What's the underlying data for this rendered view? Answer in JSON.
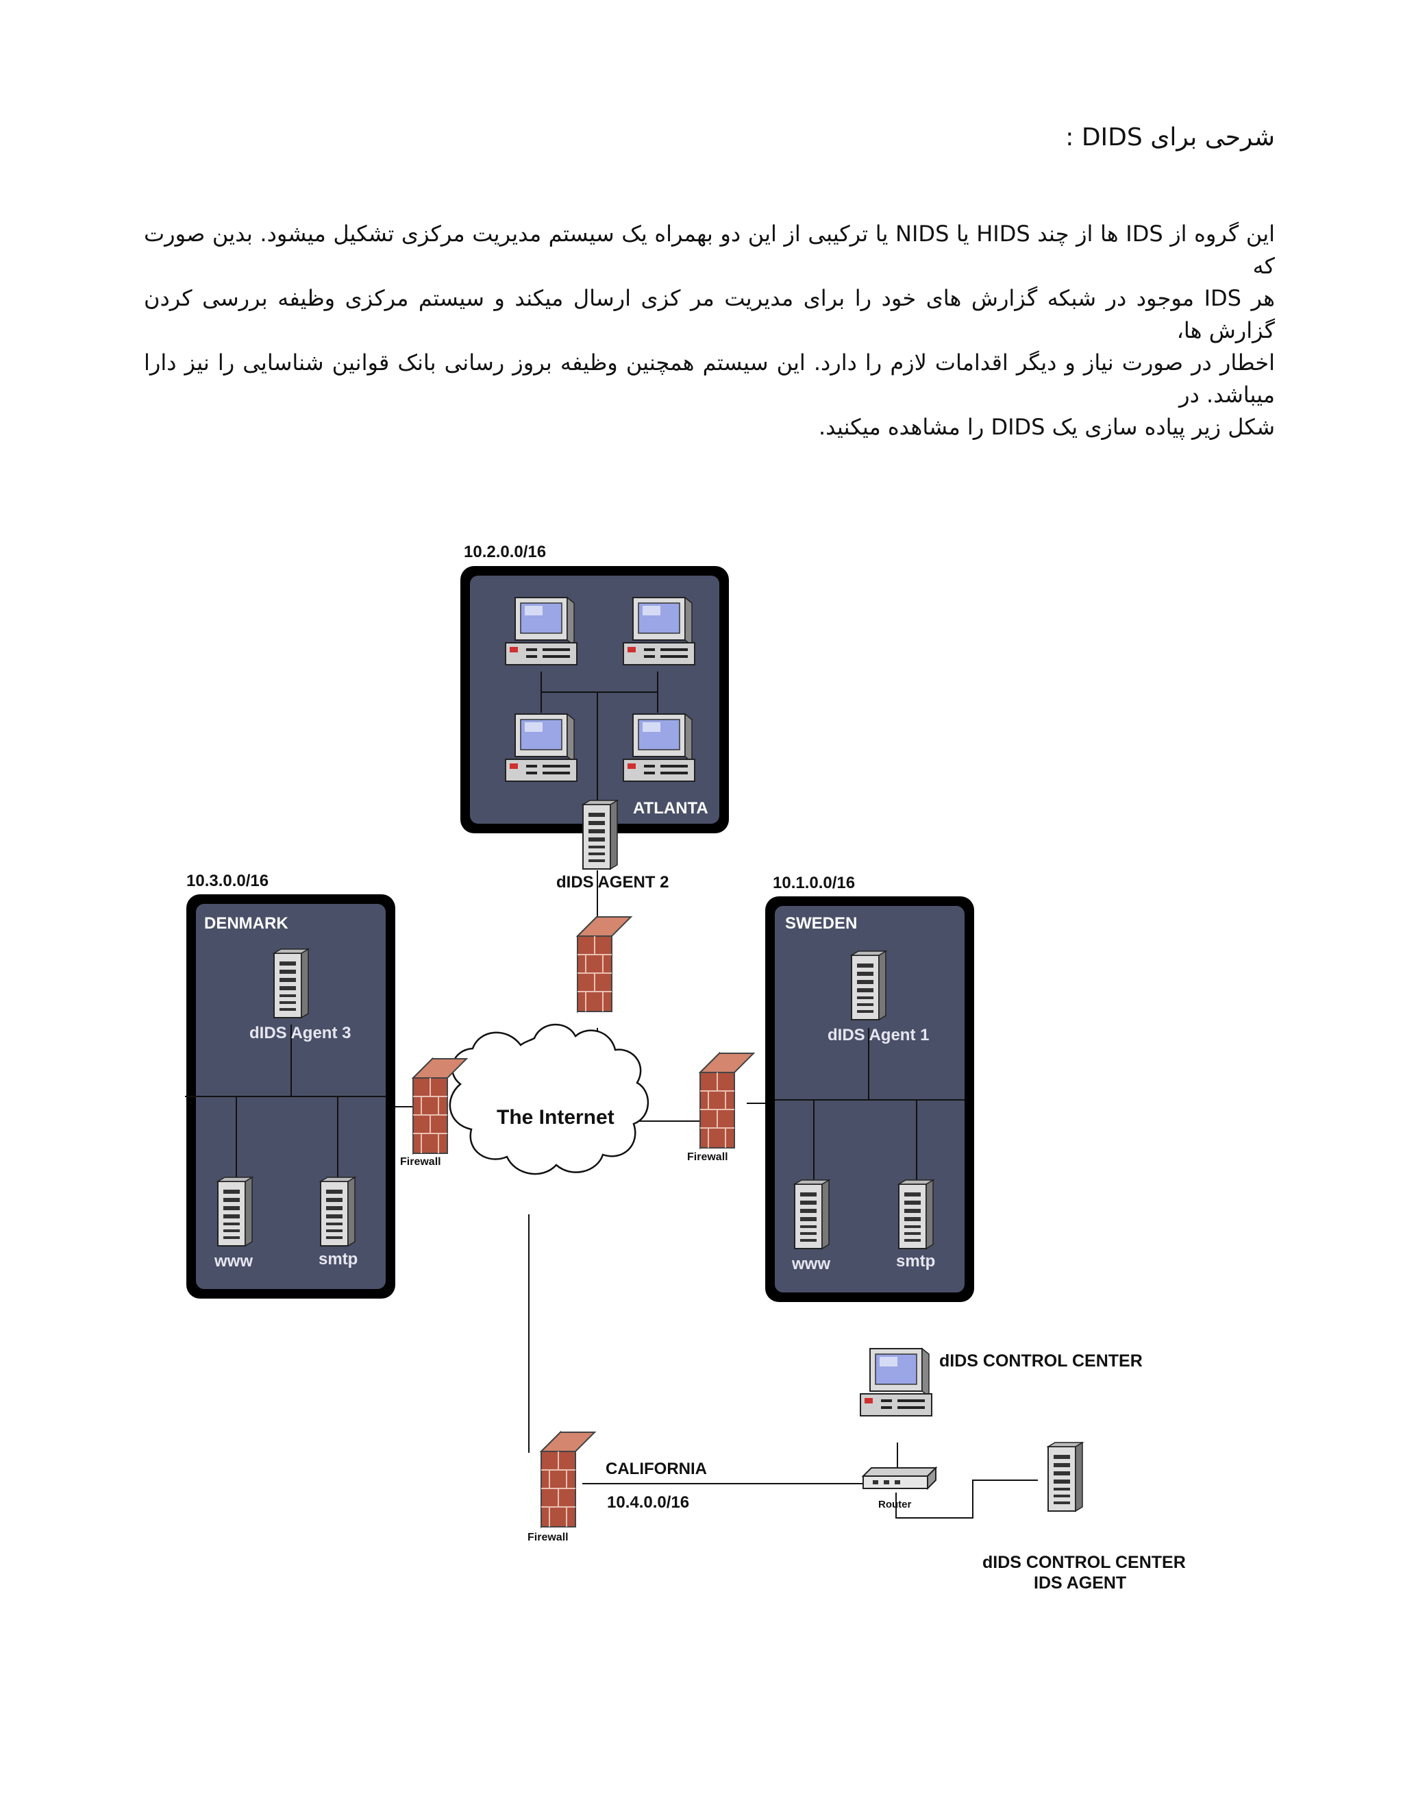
{
  "document": {
    "heading": "شرحی برای DIDS :",
    "paragraph_lines": [
      "این گروه از IDS ها از چند HIDS یا NIDS یا ترکیبی از این دو بهمراه یک سیستم مدیریت مرکزی تشکیل میشود. بدین صورت که",
      "هر IDS موجود در شبکه گزارش های خود را برای مدیریت مر کزی ارسال میکند و سیستم مرکزی وظیفه بررسی کردن گزارش ها،",
      "اخطار در صورت نیاز و دیگر اقدامات لازم را دارد. این سیستم همچنین وظیفه بروز رسانی بانک قوانین شناسایی را نیز دارا میباشد. در",
      "شکل زیر پیاده سازی یک DIDS را مشاهده میکنید."
    ]
  },
  "diagram": {
    "atlanta": {
      "subnet": "10.2.0.0/16",
      "name": "ATLANTA",
      "agent": "dIDS AGENT 2"
    },
    "denmark": {
      "subnet": "10.3.0.0/16",
      "name": "DENMARK",
      "agent": "dIDS Agent 3",
      "server_www": "www",
      "server_smtp": "smtp"
    },
    "sweden": {
      "subnet": "10.1.0.0/16",
      "name": "SWEDEN",
      "agent": "dIDS Agent 1",
      "server_www": "www",
      "server_smtp": "smtp"
    },
    "internet": "The Internet",
    "firewall_label": "Firewall",
    "california": {
      "name": "CALIFORNIA",
      "subnet": "10.4.0.0/16"
    },
    "router_label": "Router",
    "control_center": "dIDS CONTROL CENTER",
    "control_agent_line1": "dIDS CONTROL CENTER",
    "control_agent_line2": "IDS AGENT",
    "colors": {
      "zone_fill": "#4a5068",
      "zone_border": "#000000",
      "brick": "#b0513d",
      "screen": "#9aa6e6"
    }
  }
}
